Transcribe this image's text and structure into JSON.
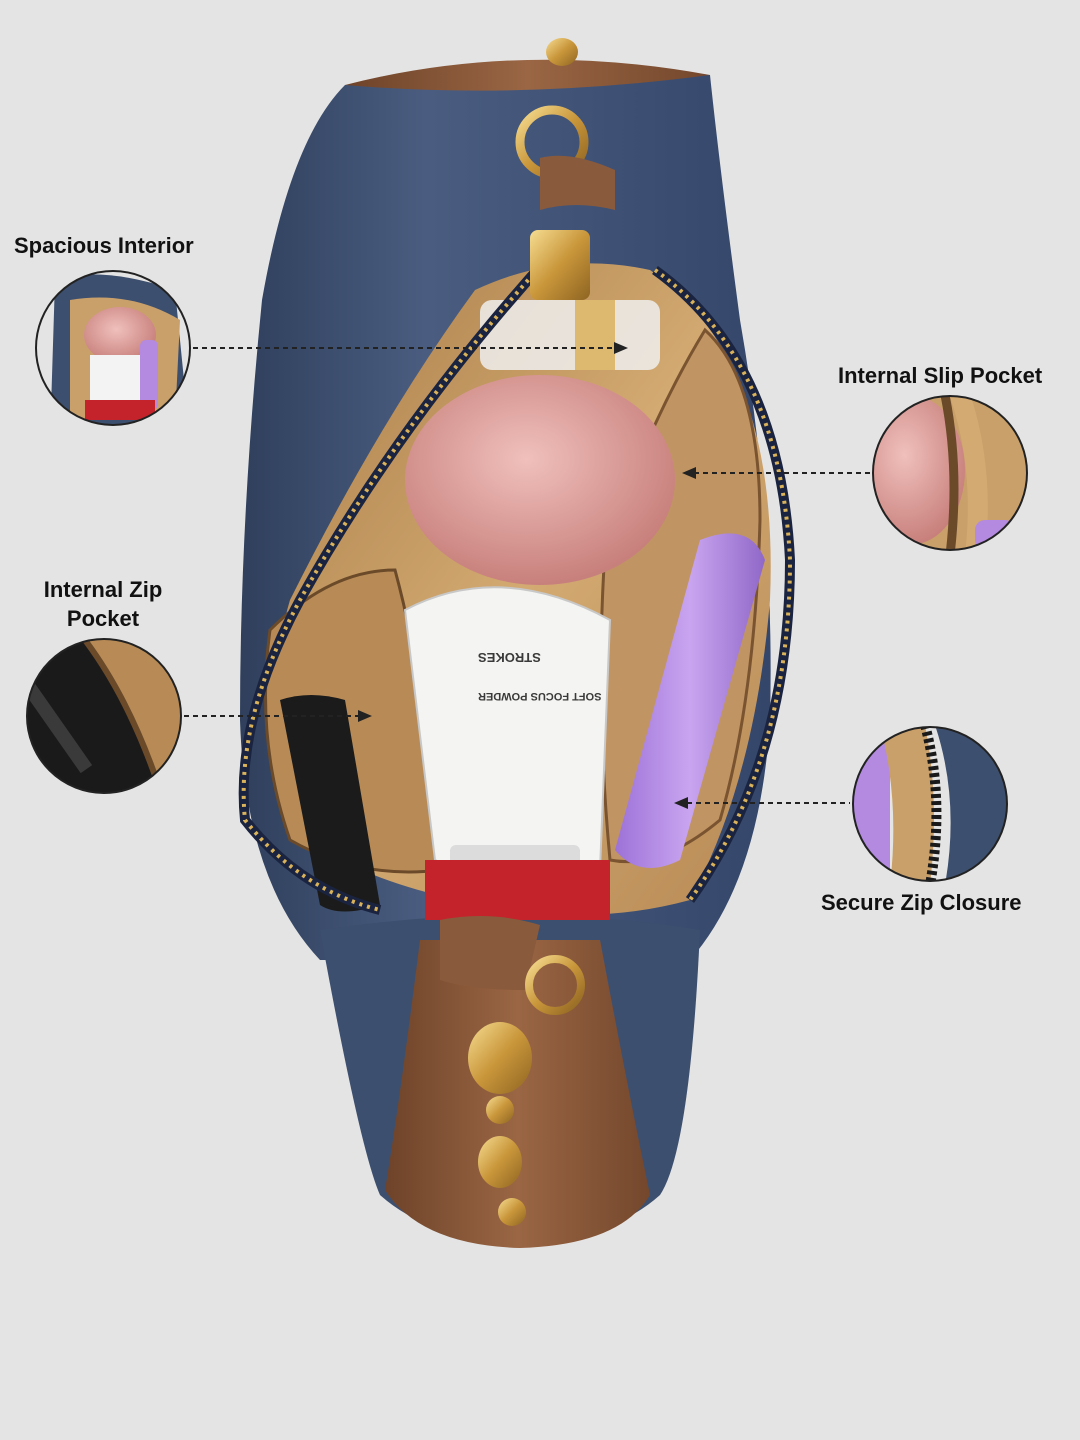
{
  "callouts": {
    "spacious_interior": "Spacious Interior",
    "internal_slip_pocket": "Internal Slip Pocket",
    "internal_zip_pocket": "Internal Zip Pocket",
    "secure_zip_closure": "Secure Zip Closure"
  },
  "product_print": {
    "powder_brand": "STROKES",
    "powder_name": "SOFT FOCUS POWDER"
  },
  "colors": {
    "background": "#e4e4e4",
    "bag_navy": "#3d4f6e",
    "bag_brown": "#8a5a3c",
    "lining_tan": "#c9a06a",
    "hardware_gold": "#d9b25a",
    "compact_pink": "#e3a7a4",
    "marker_purple": "#b38ae0",
    "label_text": "#111111"
  }
}
